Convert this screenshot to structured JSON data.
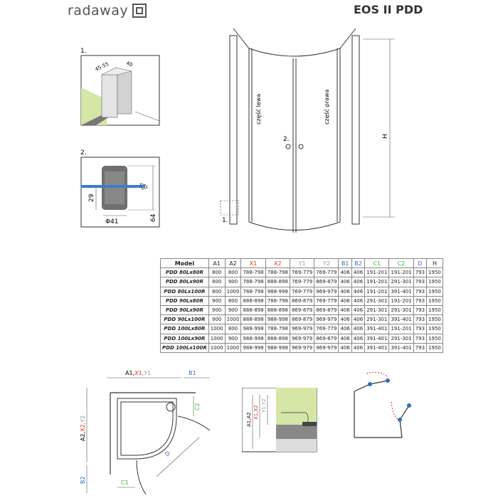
{
  "header": {
    "logo_text": "radaway",
    "title": "EOS II PDD"
  },
  "colors": {
    "red": "#e0302a",
    "blue": "#2a6fc4",
    "green": "#3cb53c",
    "purple": "#7b4fc9",
    "gray": "#999999",
    "glass_green": "#d6e6a6"
  },
  "front_view": {
    "label_left": "część lewa",
    "label_right": "część prawa",
    "height_label": "H",
    "detail1_ref": "1.",
    "detail2_ref": "2."
  },
  "detail1": {
    "number": "1.",
    "dim_a": "45-55",
    "dim_b": "40"
  },
  "detail2": {
    "number": "2.",
    "dim_height": "29",
    "dim_total": "64",
    "dim_diameter": "Φ41"
  },
  "table": {
    "headers": [
      "Model",
      "A1",
      "A2",
      "X1",
      "X2",
      "Y1",
      "Y2",
      "B1",
      "B2",
      "C1",
      "C2",
      "D",
      "H"
    ],
    "header_colors": [
      "#222",
      "#222",
      "#222",
      "#e0302a",
      "#e0302a",
      "#999999",
      "#999999",
      "#2a6fc4",
      "#2a6fc4",
      "#3cb53c",
      "#3cb53c",
      "#7b4fc9",
      "#222"
    ],
    "rows": [
      [
        "PDD 80Lx80R",
        "800",
        "800",
        "788-798",
        "788-798",
        "769-779",
        "769-779",
        "406",
        "406",
        "191-201",
        "191-201",
        "793",
        "1950"
      ],
      [
        "PDD 80Lx90R",
        "800",
        "900",
        "788-798",
        "888-898",
        "769-779",
        "869-879",
        "406",
        "406",
        "191-201",
        "291-301",
        "793",
        "1950"
      ],
      [
        "PDD 80Lx100R",
        "800",
        "1000",
        "788-798",
        "988-998",
        "769-779",
        "969-979",
        "406",
        "406",
        "191-201",
        "391-401",
        "793",
        "1950"
      ],
      [
        "PDD 90Lx80R",
        "900",
        "800",
        "888-898",
        "788-798",
        "869-879",
        "769-779",
        "406",
        "406",
        "291-301",
        "191-201",
        "793",
        "1950"
      ],
      [
        "PDD 90Lx90R",
        "900",
        "900",
        "888-898",
        "888-898",
        "869-879",
        "869-879",
        "406",
        "406",
        "291-301",
        "291-301",
        "793",
        "1950"
      ],
      [
        "PDD 90Lx100R",
        "900",
        "1000",
        "888-898",
        "988-998",
        "869-879",
        "969-979",
        "406",
        "406",
        "291-301",
        "391-401",
        "793",
        "1950"
      ],
      [
        "PDD 100Lx80R",
        "1000",
        "800",
        "988-998",
        "788-798",
        "969-979",
        "769-779",
        "406",
        "406",
        "391-401",
        "191-201",
        "793",
        "1950"
      ],
      [
        "PDD 100Lx90R",
        "1000",
        "900",
        "988-998",
        "888-898",
        "969-979",
        "869-879",
        "406",
        "406",
        "391-401",
        "291-301",
        "793",
        "1950"
      ],
      [
        "PDD 100Lx100R",
        "1000",
        "1000",
        "988-998",
        "988-998",
        "969-979",
        "969-979",
        "406",
        "406",
        "391-401",
        "391-401",
        "793",
        "1950"
      ]
    ]
  },
  "plan_view": {
    "top_a": "A1,",
    "top_x": "X1,",
    "top_y": "Y1",
    "top_b": "B1",
    "side_a": "A2,",
    "side_x": "X2,",
    "side_y": "Y2",
    "side_b": "B2",
    "c1": "C1",
    "c2": "C2",
    "d": "D"
  },
  "section_view": {
    "a": "A1,A2",
    "x": "X1,X2",
    "y": "Y1,Y2"
  }
}
